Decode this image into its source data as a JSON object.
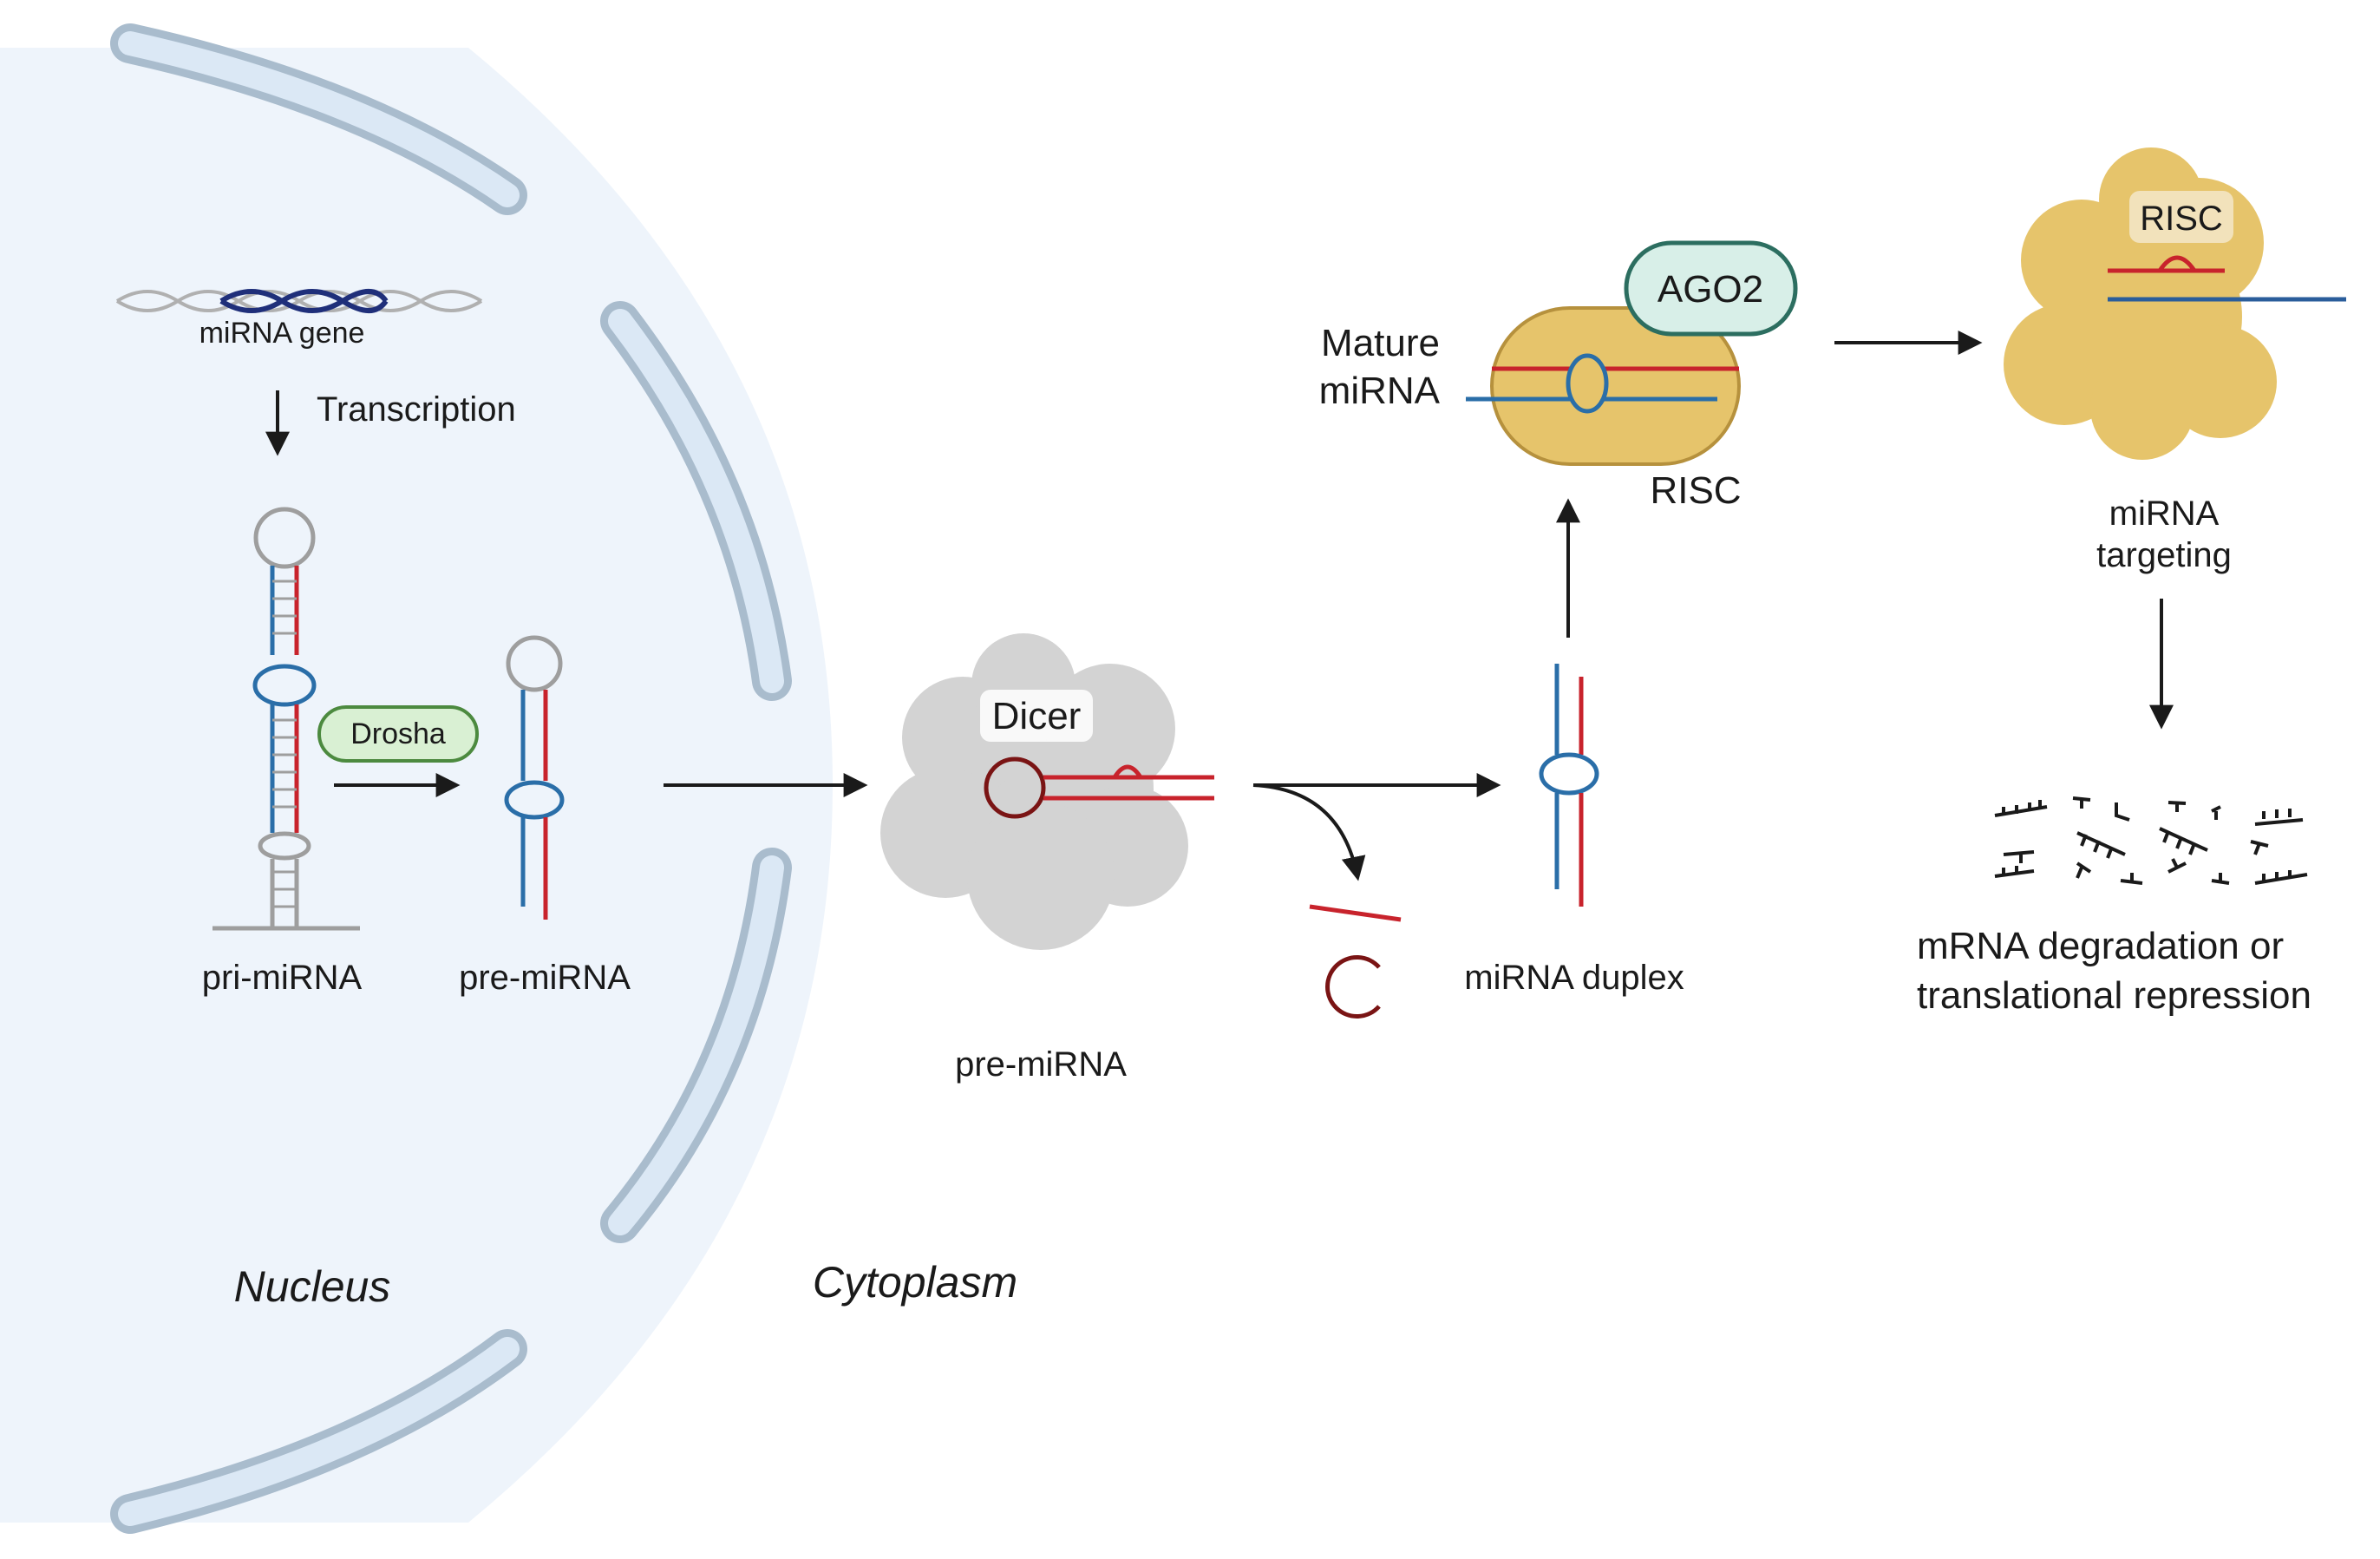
{
  "labels": {
    "mirna_gene": "miRNA gene",
    "transcription": "Transcription",
    "drosha": "Drosha",
    "pri_mirna": "pri-miRNA",
    "pre_mirna_nucleus": "pre-miRNA",
    "dicer": "Dicer",
    "pre_mirna_cytoplasm": "pre-miRNA",
    "mirna_duplex": "miRNA duplex",
    "mature_line1": "Mature",
    "mature_line2": "miRNA",
    "ago2": "AGO2",
    "risc_complex": "RISC",
    "risc_target": "RISC",
    "targeting_line1": "miRNA",
    "targeting_line2": "targeting",
    "outcome_line1": "mRNA degradation or",
    "outcome_line2": "translational repression",
    "nucleus": "Nucleus",
    "cytoplasm": "Cytoplasm"
  },
  "colors": {
    "nucleus_fill": "#eef4fb",
    "membrane": "#a9bccd",
    "membrane_inner": "#dbe8f5",
    "strand_red": "#c8232c",
    "strand_blue": "#2a6ea8",
    "strand_dark": "#7a1414",
    "stem_gray": "#9e9e9e",
    "dicer_gray": "#d3d3d3",
    "risc_gold": "#e6c46b",
    "risc_gold_dark": "#b6913d",
    "ago2_fill": "#d8efe8",
    "ago2_stroke": "#2c6e60",
    "drosha_fill": "#d9f0d3",
    "drosha_stroke": "#4c8a3f",
    "arrow": "#1a1a1a",
    "nucleus_text": "#6a84a8",
    "cytoplasm_text": "#8a8a8a",
    "risc_text": "#2a5d9b"
  }
}
